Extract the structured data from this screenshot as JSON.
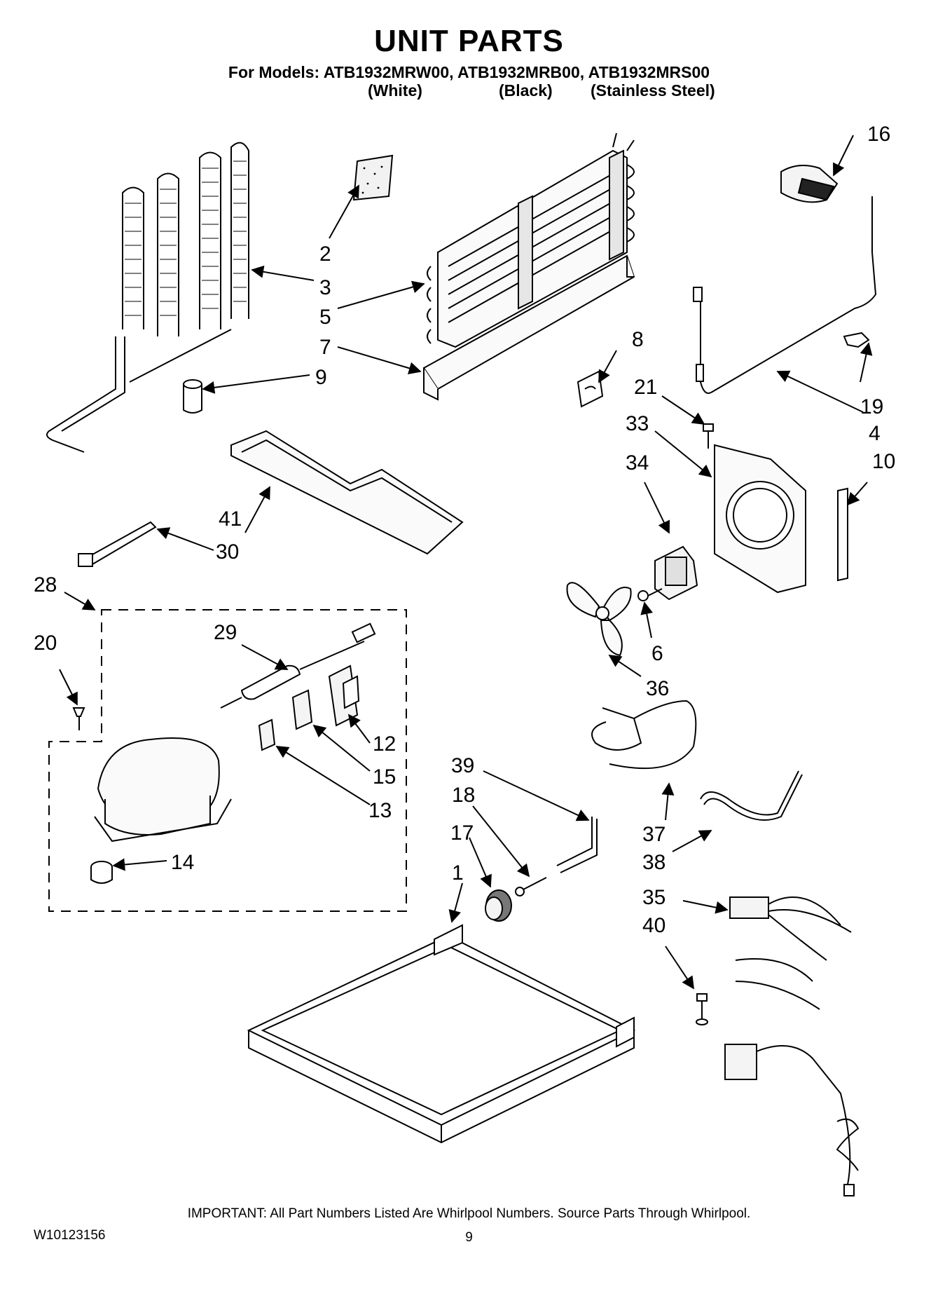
{
  "header": {
    "title": "UNIT PARTS",
    "models_line": "For Models: ATB1932MRW00, ATB1932MRB00, ATB1932MRS00",
    "variants": [
      "(White)",
      "(Black)",
      "(Stainless Steel)"
    ]
  },
  "callouts": {
    "c1": "1",
    "c2": "2",
    "c3": "3",
    "c4": "4",
    "c5": "5",
    "c6": "6",
    "c7": "7",
    "c8": "8",
    "c9": "9",
    "c10": "10",
    "c12": "12",
    "c13": "13",
    "c14": "14",
    "c15": "15",
    "c16": "16",
    "c17": "17",
    "c18": "18",
    "c19": "19",
    "c20": "20",
    "c21": "21",
    "c28": "28",
    "c29": "29",
    "c30": "30",
    "c33": "33",
    "c34": "34",
    "c35": "35",
    "c36": "36",
    "c37": "37",
    "c38": "38",
    "c39": "39",
    "c40": "40",
    "c41": "41"
  },
  "footer": {
    "note": "IMPORTANT: All Part Numbers Listed Are Whirlpool Numbers. Source Parts Through Whirlpool.",
    "doc_number": "W10123156",
    "page": "9"
  }
}
